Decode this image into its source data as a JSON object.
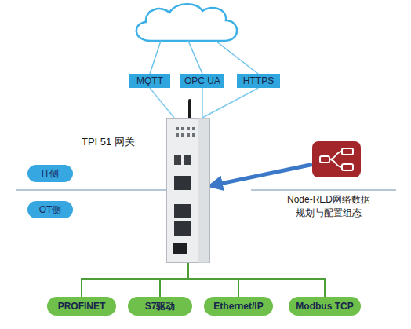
{
  "diagram": {
    "nodes": [
      {
        "text": [
          "MQTT"
        ]
      },
      {
        "text": [
          "OPC UA"
        ]
      },
      {
        "text": [
          "HTTPS"
        ]
      },
      {
        "text": [
          "TPI 51 网关"
        ]
      },
      {
        "text": [
          "IT侧"
        ]
      },
      {
        "text": [
          "Node-RED网络数据 规划与配置组态"
        ]
      },
      {
        "text": [
          "OT侧"
        ]
      },
      {
        "text": [
          "PROFINET"
        ]
      },
      {
        "text": [
          "S7驱动"
        ]
      },
      {
        "text": [
          "Ethernet/IP"
        ]
      },
      {
        "text": [
          "Modbus TCP"
        ]
      }
    ],
    "edges": [
      {
        "from": 0,
        "to": 3,
        "arrow": "none"
      },
      {
        "from": 1,
        "to": 3,
        "arrow": "none"
      },
      {
        "from": 2,
        "to": 3,
        "arrow": "none"
      },
      {
        "from": 5,
        "to": 3,
        "arrow": "to"
      },
      {
        "from": 3,
        "to": 7,
        "arrow": "none"
      },
      {
        "from": 3,
        "to": 8,
        "arrow": "none"
      },
      {
        "from": 3,
        "to": 9,
        "arrow": "none"
      },
      {
        "from": 3,
        "to": 10,
        "arrow": "none"
      }
    ]
  }
}
